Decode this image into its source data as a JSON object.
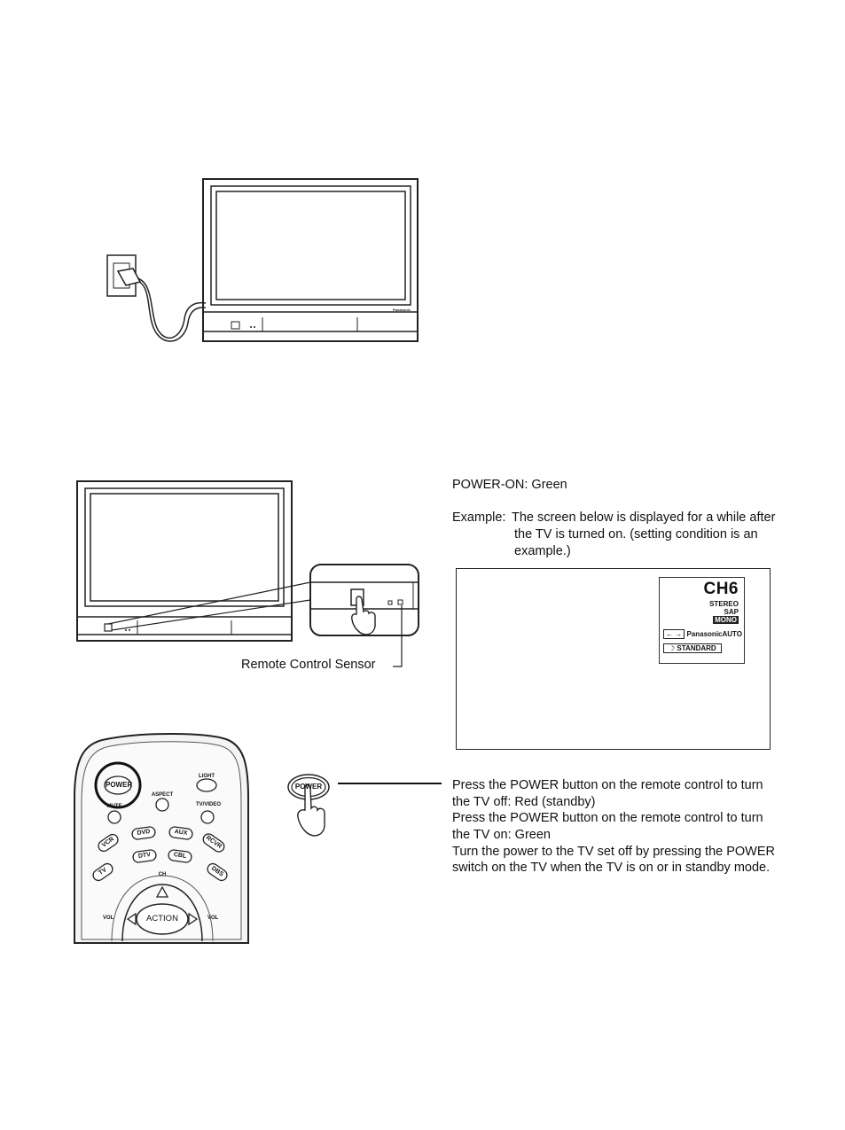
{
  "figure1": {
    "tv_brand": "Panasonic"
  },
  "figure2": {
    "callout_label": "Remote Control Sensor"
  },
  "power_on_note": "POWER-ON: Green",
  "example": {
    "label": "Example:",
    "line1": "The screen below is displayed for a while after",
    "line2": "the TV is turned on. (setting condition is an",
    "line3": "example.)"
  },
  "osd": {
    "channel": "CH6",
    "audio_stereo": "STEREO",
    "audio_sap": "SAP",
    "audio_mono": "MONO",
    "aspect_mode": "PanasonicAUTO",
    "picture_mode": "STANDARD"
  },
  "remote": {
    "buttons": {
      "power": "POWER",
      "light": "LIGHT",
      "aspect": "ASPECT",
      "tv_video": "TV/VIDEO",
      "mute": "MUTE",
      "vcr": "VCR",
      "dvd": "DVD",
      "aux": "AUX",
      "rcvr": "RCVR",
      "tv": "TV",
      "dtv": "DTV",
      "cbl": "CBL",
      "dbs": "DBS",
      "ch": "CH",
      "vol_left": "VOL",
      "vol_right": "VOL",
      "action": "ACTION"
    },
    "power_closeup": "POWER"
  },
  "power_instructions": {
    "line1": "Press the POWER button on the remote control to turn",
    "line2": "the TV off: Red (standby)",
    "line3": "Press the POWER button on the remote control to turn",
    "line4": "the TV on: Green",
    "line5": "Turn the power to the TV set off by pressing the POWER",
    "line6": "switch on the TV when the TV is on or in standby mode."
  }
}
